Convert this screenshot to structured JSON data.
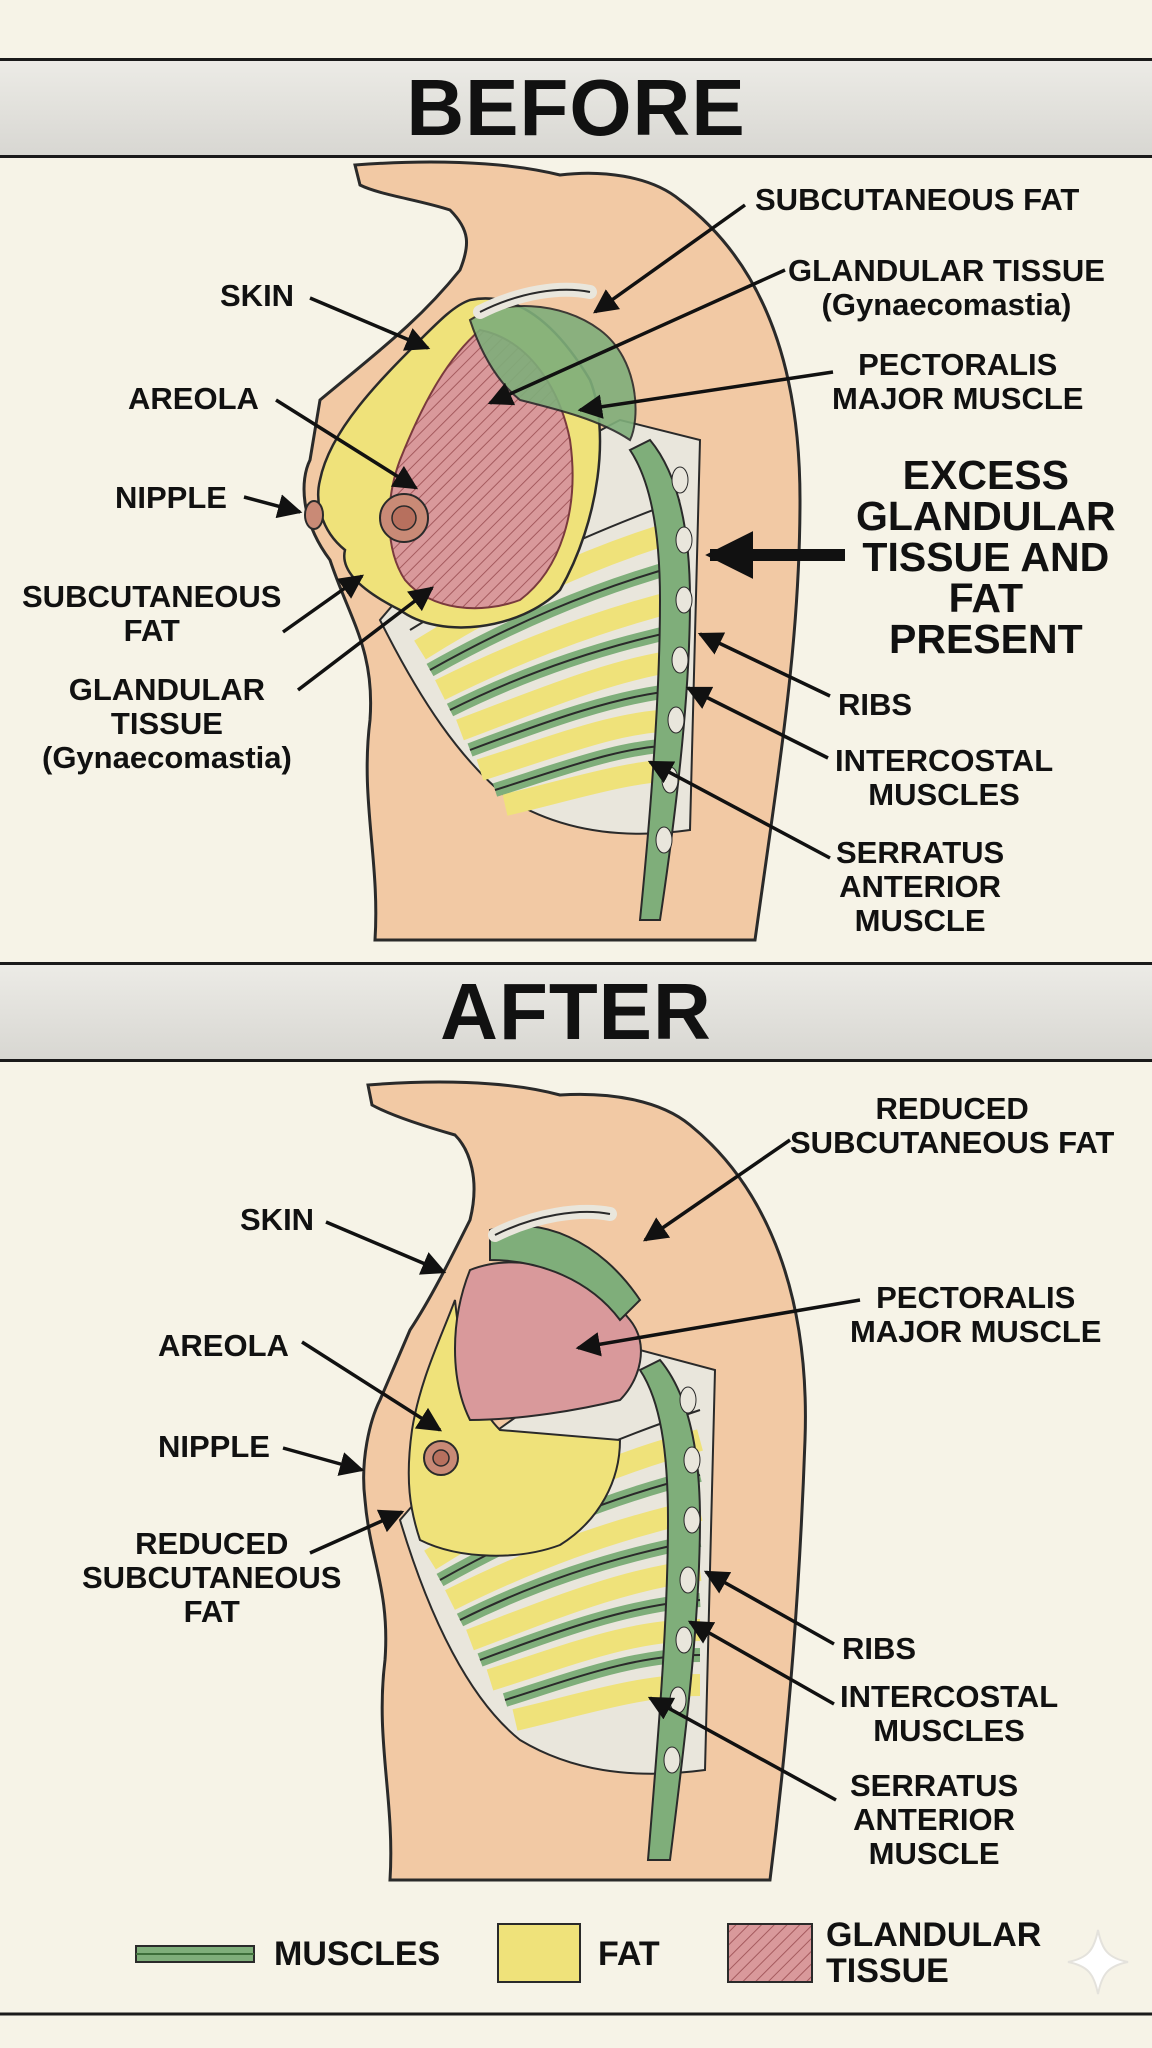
{
  "sections": {
    "before": {
      "title": "BEFORE",
      "labels": {
        "subcutaneous_fat_top": "SUBCUTANEOUS FAT",
        "glandular_top_l1": "GLANDULAR TISSUE",
        "glandular_top_l2": "(Gynaecomastia)",
        "skin": "SKIN",
        "pectoralis_l1": "PECTORALIS",
        "pectoralis_l2": "MAJOR MUSCLE",
        "areola": "AREOLA",
        "nipple": "NIPPLE",
        "excess_l1": "EXCESS",
        "excess_l2": "GLANDULAR",
        "excess_l3": "TISSUE AND",
        "excess_l4": "FAT",
        "excess_l5": "PRESENT",
        "subcutaneous_fat_left_l1": "SUBCUTANEOUS",
        "subcutaneous_fat_left_l2": "FAT",
        "glandular_left_l1": "GLANDULAR",
        "glandular_left_l2": "TISSUE",
        "glandular_left_l3": "(Gynaecomastia)",
        "ribs": "RIBS",
        "intercostal_l1": "INTERCOSTAL",
        "intercostal_l2": "MUSCLES",
        "serratus_l1": "SERRATUS",
        "serratus_l2": "ANTERIOR",
        "serratus_l3": "MUSCLE"
      }
    },
    "after": {
      "title": "AFTER",
      "labels": {
        "reduced_top_l1": "REDUCED",
        "reduced_top_l2": "SUBCUTANEOUS FAT",
        "skin": "SKIN",
        "pectoralis_l1": "PECTORALIS",
        "pectoralis_l2": "MAJOR MUSCLE",
        "areola": "AREOLA",
        "nipple": "NIPPLE",
        "reduced_left_l1": "REDUCED",
        "reduced_left_l2": "SUBCUTANEOUS",
        "reduced_left_l3": "FAT",
        "ribs": "RIBS",
        "intercostal_l1": "INTERCOSTAL",
        "intercostal_l2": "MUSCLES",
        "serratus_l1": "SERRATUS",
        "serratus_l2": "ANTERIOR",
        "serratus_l3": "MUSCLE"
      }
    }
  },
  "legend": {
    "muscles": "MUSCLES",
    "fat": "FAT",
    "glandular_l1": "GLANDULAR",
    "glandular_l2": "TISSUE"
  },
  "colors": {
    "skin": "#f2c9a4",
    "fat": "#efe27a",
    "muscle": "#7fae7a",
    "glandular": "#d9999b",
    "rib": "#e9e6dc",
    "outline": "#2a2a2a"
  }
}
